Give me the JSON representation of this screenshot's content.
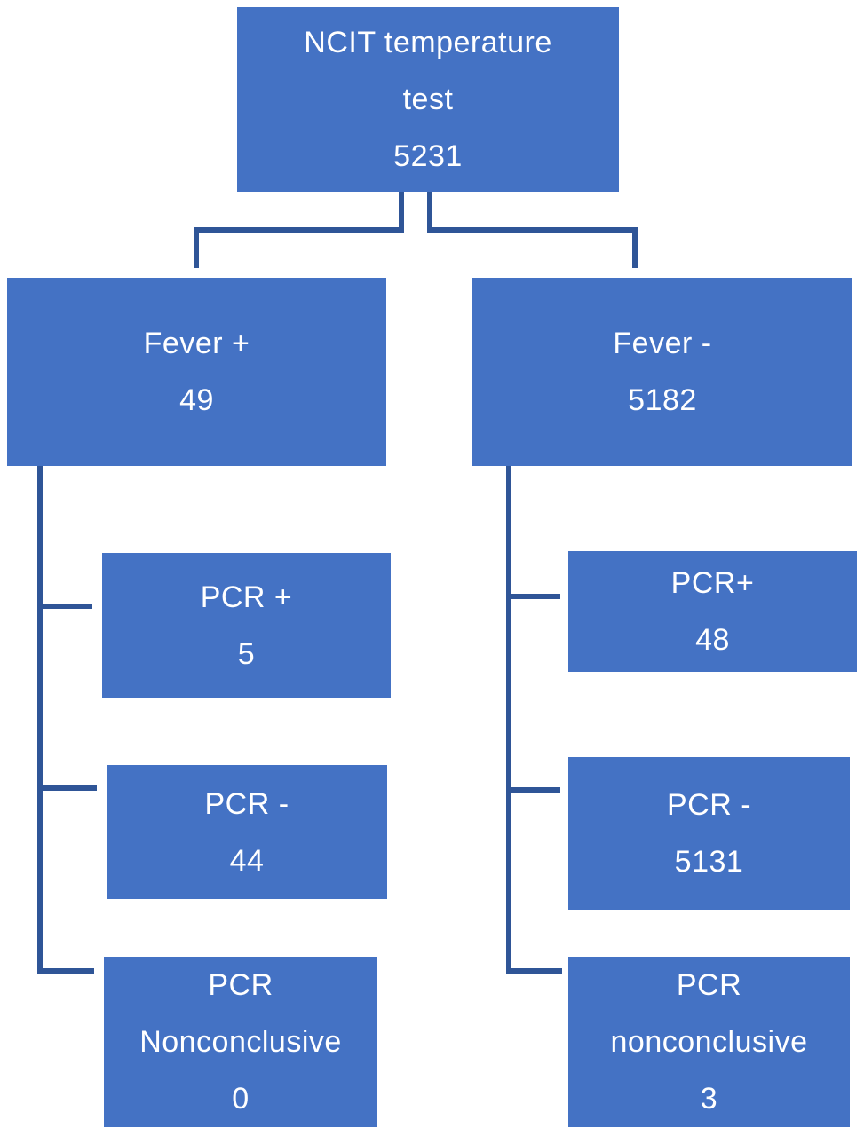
{
  "figure": {
    "type": "flow-diagram",
    "background": "#FFFFFF",
    "box_fill_color": "#4472C4",
    "connector_color": "#2F5597",
    "text_color": "#FFFFFF"
  },
  "nodes": {
    "root": {
      "lines": [
        "NCIT temperature",
        "test",
        "5231"
      ],
      "label": "NCIT temperature test",
      "value": 5231
    },
    "fever_pos": {
      "lines": [
        "Fever +",
        "49"
      ],
      "label": "Fever +",
      "value": 49
    },
    "fever_neg": {
      "lines": [
        "Fever -",
        "5182"
      ],
      "label": "Fever -",
      "value": 5182
    },
    "fever_pos_pcr_pos": {
      "lines": [
        "PCR +",
        "5"
      ],
      "label": "PCR +",
      "value": 5
    },
    "fever_pos_pcr_neg": {
      "lines": [
        "PCR -",
        "44"
      ],
      "label": "PCR -",
      "value": 44
    },
    "fever_pos_pcr_non": {
      "lines": [
        "PCR",
        "Nonconclusive",
        "0"
      ],
      "label": "PCR Nonconclusive",
      "value": 0
    },
    "fever_neg_pcr_pos": {
      "lines": [
        "PCR+",
        "48"
      ],
      "label": "PCR+",
      "value": 48
    },
    "fever_neg_pcr_neg": {
      "lines": [
        "PCR -",
        "5131"
      ],
      "label": "PCR -",
      "value": 5131
    },
    "fever_neg_pcr_non": {
      "lines": [
        "PCR",
        "nonconclusive",
        "3"
      ],
      "label": "PCR nonconclusive",
      "value": 3
    }
  }
}
